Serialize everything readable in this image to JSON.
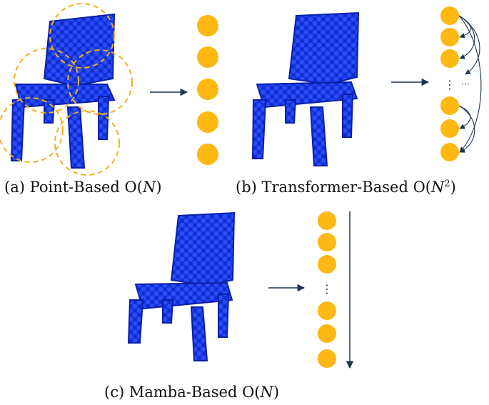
{
  "colors": {
    "chair": "#1434e6",
    "chair_dark": "#0a1fa8",
    "token": "#fdb813",
    "region_ring": "#f0b020",
    "arrow": "#1f3550"
  },
  "panels": [
    {
      "id": "a",
      "caption_prefix": "(a)  Point-Based O(",
      "caption_var": "N",
      "caption_suffix": ")",
      "token_count_shown": 5,
      "has_ellipsis": false,
      "connection": "none"
    },
    {
      "id": "b",
      "caption_prefix": "(b)  Transformer-Based O(",
      "caption_var": "N",
      "caption_exp": "2",
      "caption_suffix": ")",
      "token_count_shown": 6,
      "has_ellipsis": true,
      "ellipsis_text": "⋮",
      "side_ellipsis_text": "···",
      "connection": "all-to-all"
    },
    {
      "id": "c",
      "caption_prefix": "(c)  Mamba-Based O(",
      "caption_var": "N",
      "caption_suffix": ")",
      "token_count_shown": 6,
      "has_ellipsis": true,
      "ellipsis_text": "⋮",
      "connection": "sequential-scan"
    }
  ]
}
